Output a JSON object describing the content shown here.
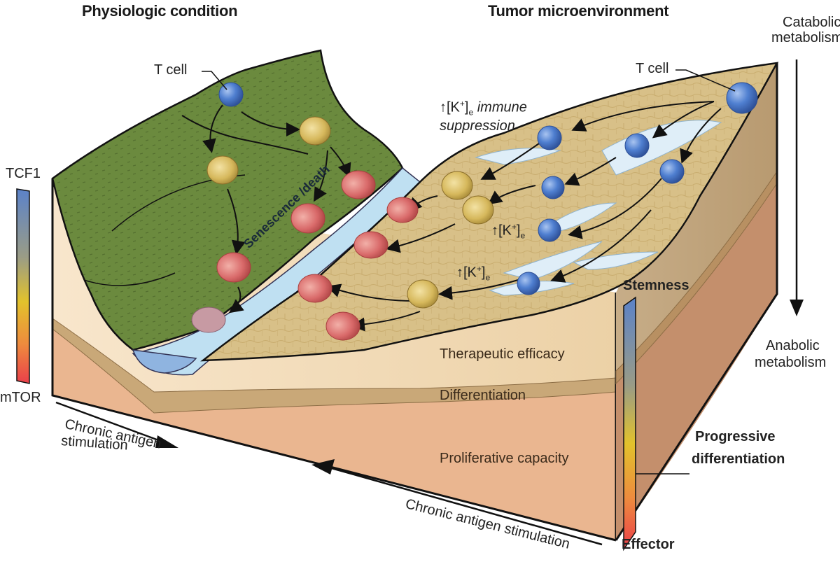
{
  "titles": {
    "left": "Physiologic condition",
    "right": "Tumor microenvironment"
  },
  "labels": {
    "t_cell_left": "T cell",
    "t_cell_right": "T cell",
    "senescence": "Senescence /death",
    "k_immune_arrow": "↑",
    "k_immune_bracket_open": "[K",
    "k_immune_sup": "+",
    "k_immune_bracket_close": "]",
    "k_immune_sub": "e",
    "k_immune_text": " immune",
    "suppression": "suppression",
    "k_label_1": "↑[K",
    "k_label_2": "↑[K",
    "k_sup": "+",
    "k_close": "]",
    "k_sub": "e",
    "catabolic_line1": "Catabolic",
    "catabolic_line2": "metabolism",
    "anabolic_line1": "Anabolic",
    "anabolic_line2": "metabolism",
    "stemness": "Stemness",
    "effector": "Effector",
    "progressive_line1": "Progressive",
    "progressive_line2": "differentiation",
    "tcf1": "TCF1",
    "mtor": "mTOR",
    "chronic_left_line1": "Chronic antigen",
    "chronic_left_line2": "stimulation",
    "chronic_bottom": "Chronic antigen stimulation"
  },
  "layers": [
    {
      "name": "Therapeutic efficacy",
      "color": "#f1d9b8"
    },
    {
      "name": "Differentiation",
      "color": "#c9a878"
    },
    {
      "name": "Proliferative capacity",
      "color": "#eab690"
    }
  ],
  "colors": {
    "grass": "#6b8a3e",
    "tumor_surface": "#d8c088",
    "river": "#bfe0f2",
    "t_cell": "#4f7fd0",
    "intermediate_cell": "#d6b85c",
    "effector_cell": "#d96a6a",
    "dead_cell": "#c79aa3",
    "side_face_top": "#c7ab85",
    "side_face_bottom": "#c48f6c",
    "gradient_top": "#5b82c9",
    "gradient_mid": "#e2c22c",
    "gradient_bottom": "#ea3f4a"
  }
}
